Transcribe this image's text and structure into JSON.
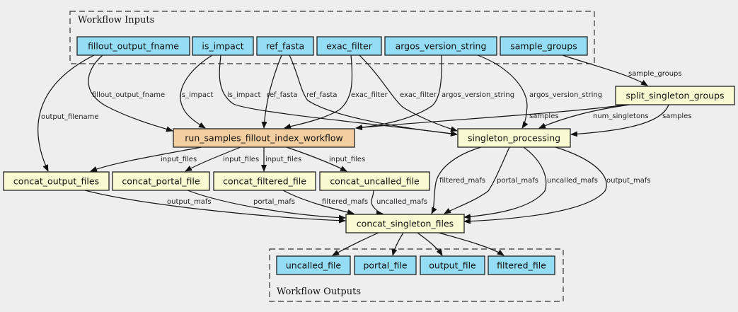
{
  "clusters": {
    "inputs": {
      "label": "Workflow Inputs"
    },
    "outputs": {
      "label": "Workflow Outputs"
    }
  },
  "colors": {
    "io_node": "#94ddf4",
    "step_node": "#fafad2",
    "subworkflow_node": "#f3cea1",
    "border": "#222222"
  },
  "nodes": {
    "fillout_output_fname": {
      "label": "fillout_output_fname",
      "kind": "input"
    },
    "is_impact": {
      "label": "is_impact",
      "kind": "input"
    },
    "ref_fasta": {
      "label": "ref_fasta",
      "kind": "input"
    },
    "exac_filter": {
      "label": "exac_filter",
      "kind": "input"
    },
    "argos_version_string": {
      "label": "argos_version_string",
      "kind": "input"
    },
    "sample_groups": {
      "label": "sample_groups",
      "kind": "input"
    },
    "split_singleton_groups": {
      "label": "split_singleton_groups",
      "kind": "step"
    },
    "run_samples_fillout_index_workflow": {
      "label": "run_samples_fillout_index_workflow",
      "kind": "subworkflow"
    },
    "singleton_processing": {
      "label": "singleton_processing",
      "kind": "step"
    },
    "concat_output_files": {
      "label": "concat_output_files",
      "kind": "step"
    },
    "concat_portal_file": {
      "label": "concat_portal_file",
      "kind": "step"
    },
    "concat_filtered_file": {
      "label": "concat_filtered_file",
      "kind": "step"
    },
    "concat_uncalled_file": {
      "label": "concat_uncalled_file",
      "kind": "step"
    },
    "concat_singleton_files": {
      "label": "concat_singleton_files",
      "kind": "step"
    },
    "uncalled_file": {
      "label": "uncalled_file",
      "kind": "output"
    },
    "portal_file": {
      "label": "portal_file",
      "kind": "output"
    },
    "output_file": {
      "label": "output_file",
      "kind": "output"
    },
    "filtered_file": {
      "label": "filtered_file",
      "kind": "output"
    }
  },
  "edges": [
    {
      "from": "fillout_output_fname",
      "to": "concat_output_files",
      "label": "output_filename"
    },
    {
      "from": "fillout_output_fname",
      "to": "run_samples_fillout_index_workflow",
      "label": "fillout_output_fname"
    },
    {
      "from": "is_impact",
      "to": "run_samples_fillout_index_workflow",
      "label": "is_impact"
    },
    {
      "from": "is_impact",
      "to": "singleton_processing",
      "label": "is_impact"
    },
    {
      "from": "ref_fasta",
      "to": "run_samples_fillout_index_workflow",
      "label": "ref_fasta"
    },
    {
      "from": "ref_fasta",
      "to": "singleton_processing",
      "label": "ref_fasta"
    },
    {
      "from": "exac_filter",
      "to": "run_samples_fillout_index_workflow",
      "label": "exac_filter"
    },
    {
      "from": "exac_filter",
      "to": "singleton_processing",
      "label": "exac_filter"
    },
    {
      "from": "argos_version_string",
      "to": "run_samples_fillout_index_workflow",
      "label": "argos_version_string"
    },
    {
      "from": "argos_version_string",
      "to": "singleton_processing",
      "label": "argos_version_string"
    },
    {
      "from": "sample_groups",
      "to": "split_singleton_groups",
      "label": "sample_groups"
    },
    {
      "from": "split_singleton_groups",
      "to": "run_samples_fillout_index_workflow",
      "label": "samples"
    },
    {
      "from": "split_singleton_groups",
      "to": "singleton_processing",
      "label": "num_singletons"
    },
    {
      "from": "split_singleton_groups",
      "to": "singleton_processing",
      "label": "samples"
    },
    {
      "from": "run_samples_fillout_index_workflow",
      "to": "concat_output_files",
      "label": "input_files"
    },
    {
      "from": "run_samples_fillout_index_workflow",
      "to": "concat_portal_file",
      "label": "input_files"
    },
    {
      "from": "run_samples_fillout_index_workflow",
      "to": "concat_filtered_file",
      "label": "input_files"
    },
    {
      "from": "run_samples_fillout_index_workflow",
      "to": "concat_uncalled_file",
      "label": "input_files"
    },
    {
      "from": "concat_output_files",
      "to": "concat_singleton_files",
      "label": "output_mafs"
    },
    {
      "from": "concat_portal_file",
      "to": "concat_singleton_files",
      "label": "portal_mafs"
    },
    {
      "from": "concat_filtered_file",
      "to": "concat_singleton_files",
      "label": "filtered_mafs"
    },
    {
      "from": "concat_uncalled_file",
      "to": "concat_singleton_files",
      "label": "uncalled_mafs"
    },
    {
      "from": "singleton_processing",
      "to": "concat_singleton_files",
      "label": "filtered_mafs"
    },
    {
      "from": "singleton_processing",
      "to": "concat_singleton_files",
      "label": "portal_mafs"
    },
    {
      "from": "singleton_processing",
      "to": "concat_singleton_files",
      "label": "uncalled_mafs"
    },
    {
      "from": "singleton_processing",
      "to": "concat_singleton_files",
      "label": "output_mafs"
    },
    {
      "from": "concat_singleton_files",
      "to": "uncalled_file",
      "label": ""
    },
    {
      "from": "concat_singleton_files",
      "to": "portal_file",
      "label": ""
    },
    {
      "from": "concat_singleton_files",
      "to": "output_file",
      "label": ""
    },
    {
      "from": "concat_singleton_files",
      "to": "filtered_file",
      "label": ""
    }
  ]
}
